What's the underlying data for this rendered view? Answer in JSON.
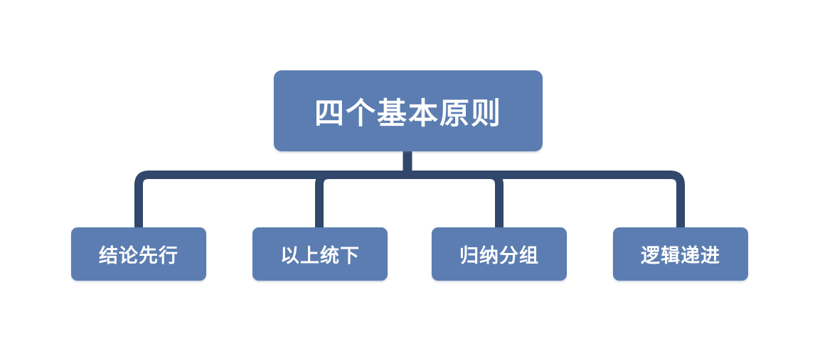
{
  "diagram": {
    "type": "org-chart",
    "root": {
      "label": "四个基本原则"
    },
    "children": [
      {
        "label": "结论先行"
      },
      {
        "label": "以上统下"
      },
      {
        "label": "归纳分组"
      },
      {
        "label": "逻辑递进"
      }
    ]
  },
  "colors": {
    "node-fill": "#5B7DB1",
    "connector": "#31476B",
    "node-text": "#FFFFFF",
    "background": "#FFFFFF"
  }
}
